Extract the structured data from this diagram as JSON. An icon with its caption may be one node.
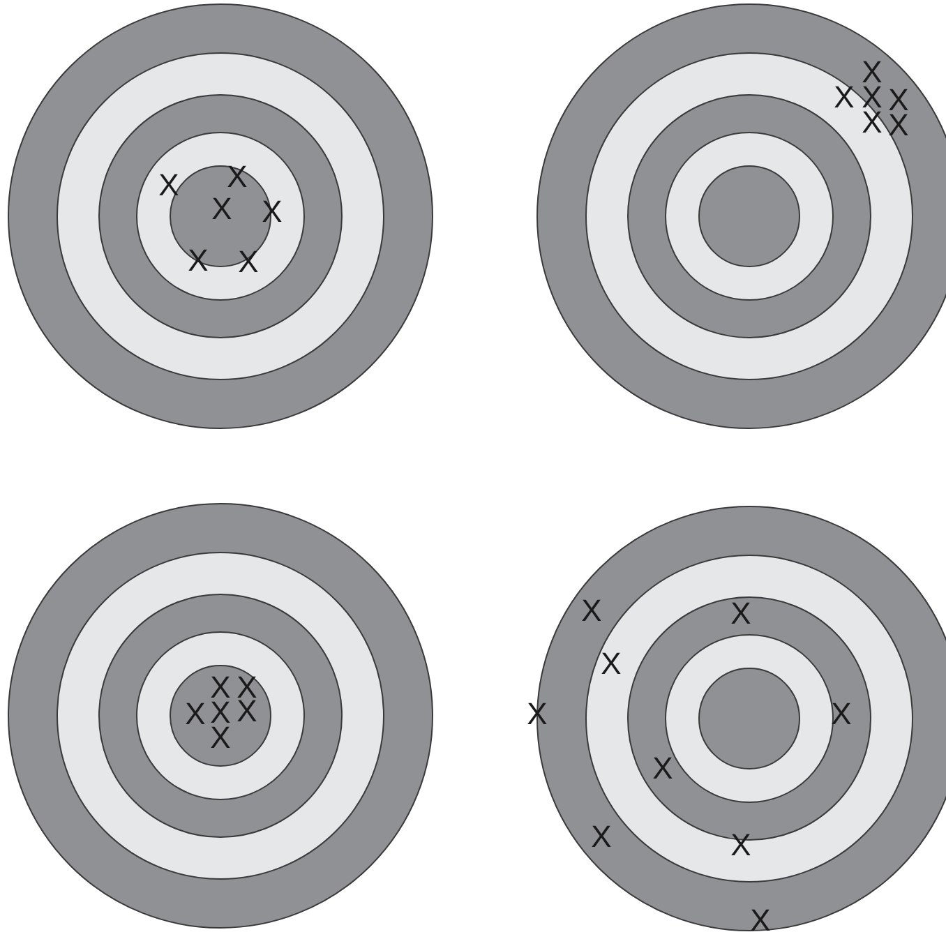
{
  "diagram": {
    "labels": [
      "X",
      "X",
      "X",
      "X",
      "X",
      "X",
      "X",
      "X",
      "X",
      "X",
      "X",
      "X",
      "X",
      "X",
      "X",
      "X",
      "X",
      "X",
      "X",
      "X",
      "X",
      "X",
      "X",
      "X",
      "X",
      "X",
      "X"
    ]
  }
}
